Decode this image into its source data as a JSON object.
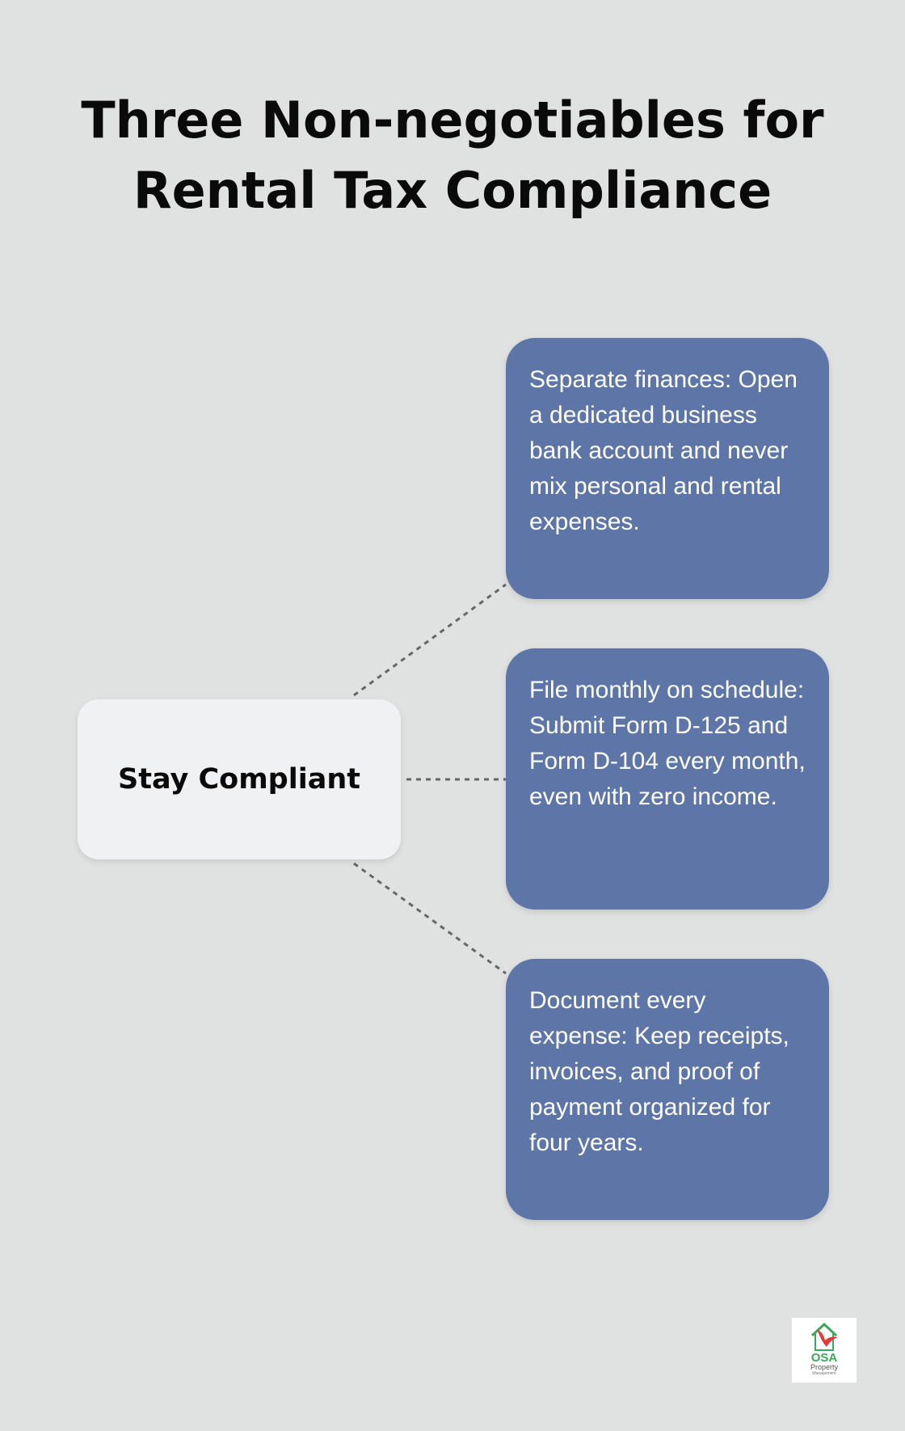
{
  "title": {
    "line1": "Three Non-negotiables for",
    "line2": "Rental Tax Compliance"
  },
  "center_node": {
    "label": "Stay Compliant"
  },
  "items": [
    {
      "text": "Separate finances: Open a dedicated business bank account and never mix personal and rental expenses."
    },
    {
      "text": "File monthly on schedule: Submit Form D-125 and Form D-104 every month, even with zero income."
    },
    {
      "text": "Document every expense: Keep receipts, invoices, and proof of payment organized for four years."
    }
  ],
  "logo": {
    "name": "OSA",
    "line2": "Property",
    "line3": "Management"
  },
  "colors": {
    "background": "#e0e2e1",
    "box": "#5e76a7",
    "center": "#f0f1f3",
    "connector": "#666666"
  }
}
